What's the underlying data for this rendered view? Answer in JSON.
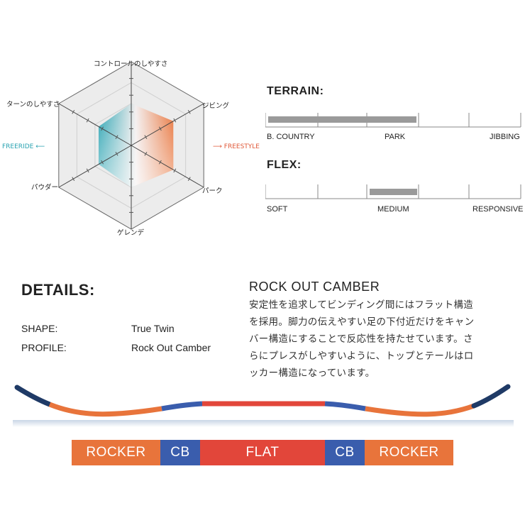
{
  "radar": {
    "axes": [
      {
        "label": "コントロールのしやすさ"
      },
      {
        "label": "ジビング"
      },
      {
        "label": "パーク"
      },
      {
        "label": "ゲレンデ"
      },
      {
        "label": "パウダー"
      },
      {
        "label": "ターンのしやすさ"
      }
    ],
    "values": [
      0.5,
      0.58,
      0.58,
      0.5,
      0.45,
      0.45
    ],
    "freeride_label": "FREERIDE",
    "freestyle_label": "FREESTYLE",
    "colors": {
      "freeride": "#2aa3b2",
      "freestyle": "#e8743b"
    }
  },
  "terrain": {
    "title": "TERRAIN:",
    "labels": [
      "B. COUNTRY",
      "PARK",
      "JIBBING"
    ],
    "range": [
      0.0,
      0.6
    ]
  },
  "flex": {
    "title": "FLEX:",
    "labels": [
      "SOFT",
      "MEDIUM",
      "RESPONSIVE"
    ],
    "range": [
      0.4,
      0.6
    ]
  },
  "details": {
    "title": "DETAILS:",
    "shape_label": "SHAPE:",
    "shape_value": "True Twin",
    "profile_label": "PROFILE:",
    "profile_value": "Rock Out Camber"
  },
  "camber": {
    "title": "ROCK OUT CAMBER",
    "lines": [
      "安定性を追求してビンディング間にはフラット構造",
      "を採用。脚力の伝えやすい足の下付近だけをキャン",
      "バー構造にすることで反応性を持たせています。さ",
      "らにプレスがしやすいように、トップとテールはロ",
      "ッカー構造になっています。"
    ]
  },
  "profile_bar": {
    "segments": [
      "ROCKER",
      "CB",
      "FLAT",
      "CB",
      "ROCKER"
    ],
    "colors": {
      "rocker": "#e8743b",
      "cb": "#3a5dad",
      "flat": "#e2463a",
      "tip": "#1f3a66"
    }
  }
}
